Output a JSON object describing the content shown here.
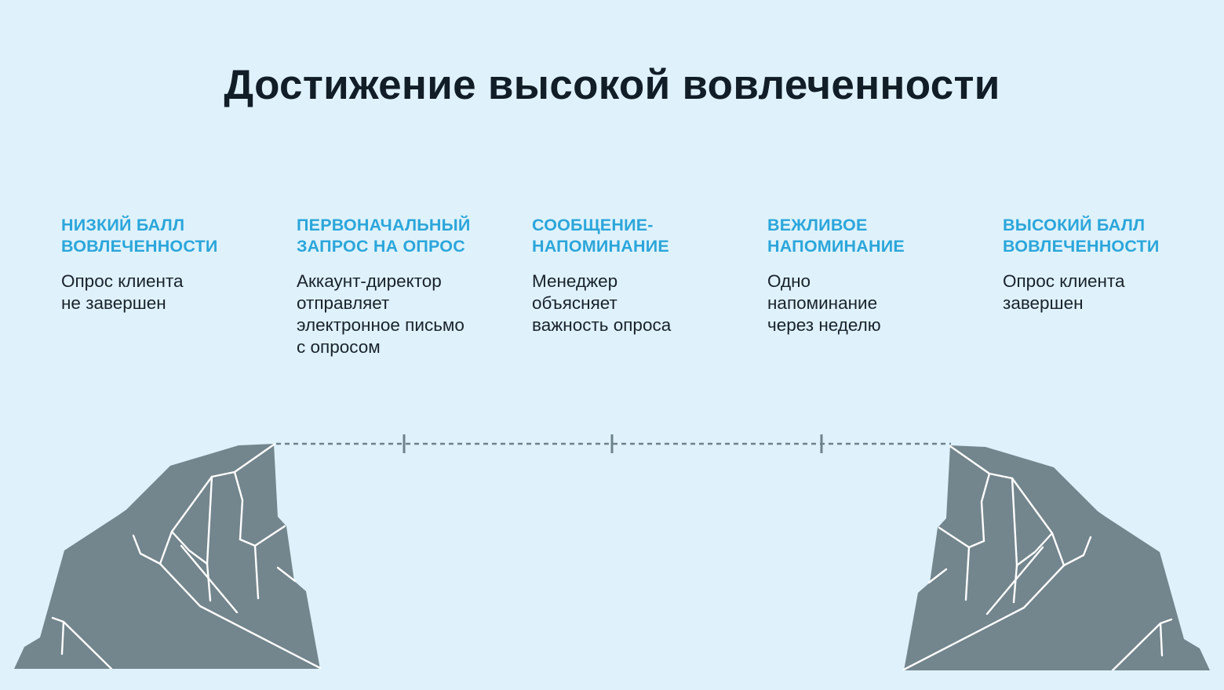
{
  "slide": {
    "title": "Достижение высокой вовлеченности"
  },
  "steps": [
    {
      "heading": "НИЗКИЙ БАЛЛ\nВОВЛЕЧЕННОСТИ",
      "body": "Опрос клиента\nне завершен"
    },
    {
      "heading": "ПЕРВОНАЧАЛЬНЫЙ\nЗАПРОС НА ОПРОС",
      "body": "Аккаунт-директор\nотправляет\nэлектронное письмо\nс опросом"
    },
    {
      "heading": "СООБЩЕНИЕ-\nНАПОМИНАНИЕ",
      "body": "Менеджер\nобъясняет\nважность опроса"
    },
    {
      "heading": "ВЕЖЛИВОЕ\nНАПОМИНАНИЕ",
      "body": "Одно\nнапоминание\nчерез неделю"
    },
    {
      "heading": "ВЫСОКИЙ БАЛЛ\nВОВЛЕЧЕННОСТИ",
      "body": "Опрос клиента\nзавершен"
    }
  ],
  "timeline": {
    "tick_count": 3,
    "style": "dashed line connecting left and right mountain peaks"
  },
  "colors": {
    "background": "#DFF2FC",
    "title_text": "#111D27",
    "heading_accent": "#2BA6DA",
    "body_text": "#18222B",
    "mountain_fill": "#73858D",
    "mountain_ridge": "#FFFFFF",
    "timeline_gray": "#6E828C"
  },
  "icons": [
    {
      "name": "mountain-left-icon",
      "meaning": "low engagement cliff (start of journey)"
    },
    {
      "name": "mountain-right-icon",
      "meaning": "high engagement cliff (end of journey)"
    }
  ]
}
